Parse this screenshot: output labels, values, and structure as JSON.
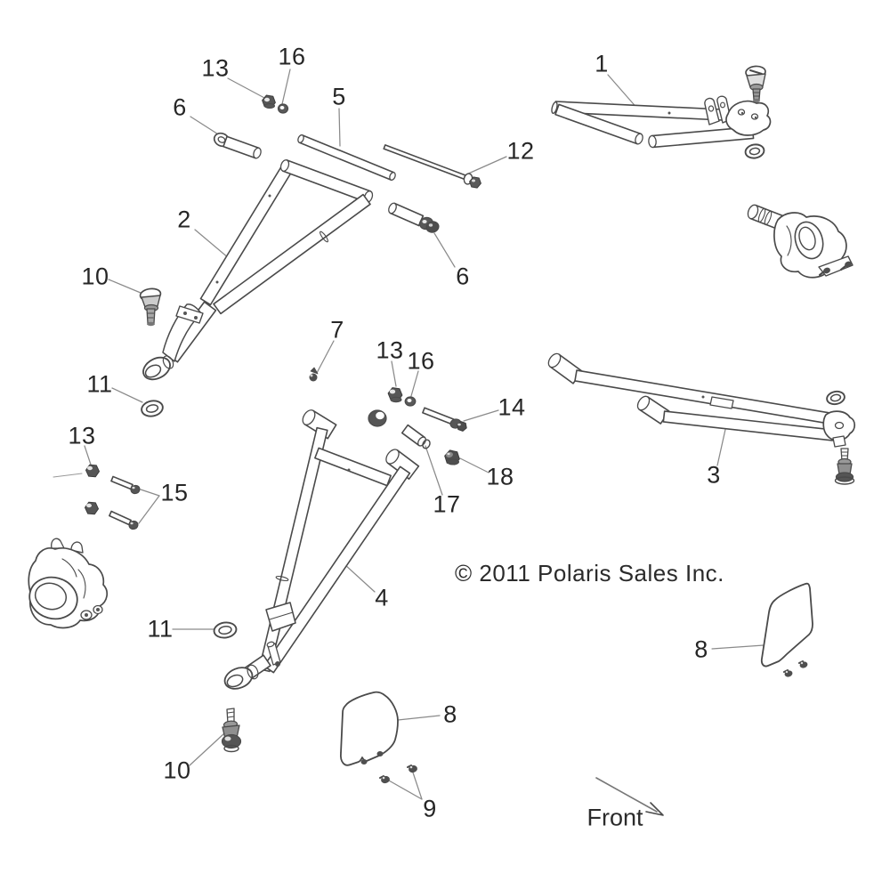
{
  "diagram": {
    "copyright": "© 2011 Polaris Sales Inc.",
    "front_label": "Front"
  },
  "callouts": [
    {
      "text": "13"
    },
    {
      "text": "16"
    },
    {
      "text": "6"
    },
    {
      "text": "5"
    },
    {
      "text": "1"
    },
    {
      "text": "12"
    },
    {
      "text": "2"
    },
    {
      "text": "6"
    },
    {
      "text": "10"
    },
    {
      "text": "11"
    },
    {
      "text": "7"
    },
    {
      "text": "13"
    },
    {
      "text": "16"
    },
    {
      "text": "14"
    },
    {
      "text": "18"
    },
    {
      "text": "17"
    },
    {
      "text": "3"
    },
    {
      "text": "13"
    },
    {
      "text": "15"
    },
    {
      "text": "11"
    },
    {
      "text": "4"
    },
    {
      "text": "8"
    },
    {
      "text": "8"
    },
    {
      "text": "10"
    },
    {
      "text": "9"
    }
  ]
}
